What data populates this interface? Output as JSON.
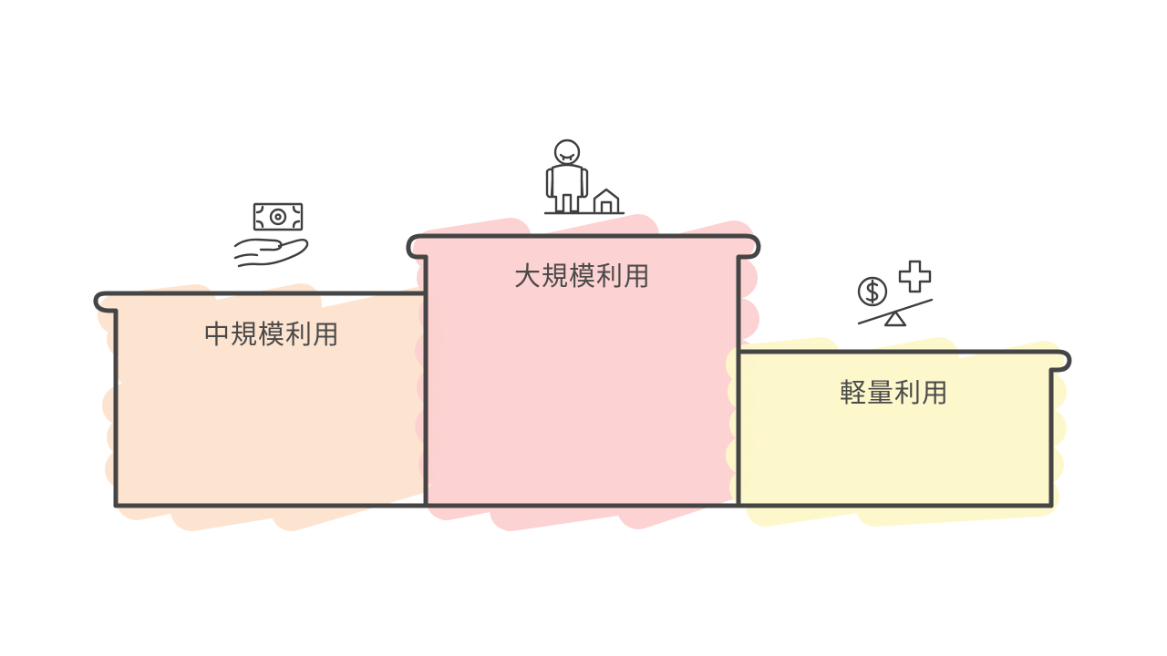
{
  "podium": {
    "left": {
      "label": "中規模利用",
      "rank": 2,
      "icon": "hand-with-money-icon",
      "fill": "#fde3cf"
    },
    "center": {
      "label": "大規模利用",
      "rank": 1,
      "icon": "person-with-house-icon",
      "fill": "#fdd0d0"
    },
    "right": {
      "label": "軽量利用",
      "rank": 3,
      "icon": "balance-scale-money-health-icon",
      "fill": "#fdf8c9"
    }
  },
  "colors": {
    "outline": "#454545",
    "icon": "#3f3f3f",
    "text": "#4a4a4a"
  }
}
